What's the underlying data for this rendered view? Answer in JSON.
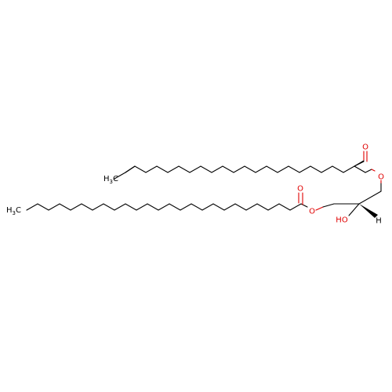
{
  "molecule": {
    "atoms": {
      "carbonyl_o_upper": "O",
      "ester_o_upper": "O",
      "carbonyl_o_lower": "O",
      "ester_o_lower": "O",
      "hydroxyl": "HO",
      "stereo_h": "H",
      "terminal_upper_c": "H",
      "terminal_upper_sub": "3",
      "terminal_upper_tail": "C",
      "terminal_lower_c": "H",
      "terminal_lower_sub": "3",
      "terminal_lower_tail": "C"
    },
    "colors": {
      "bond": "#000000",
      "oxygen": "#e00000"
    }
  }
}
